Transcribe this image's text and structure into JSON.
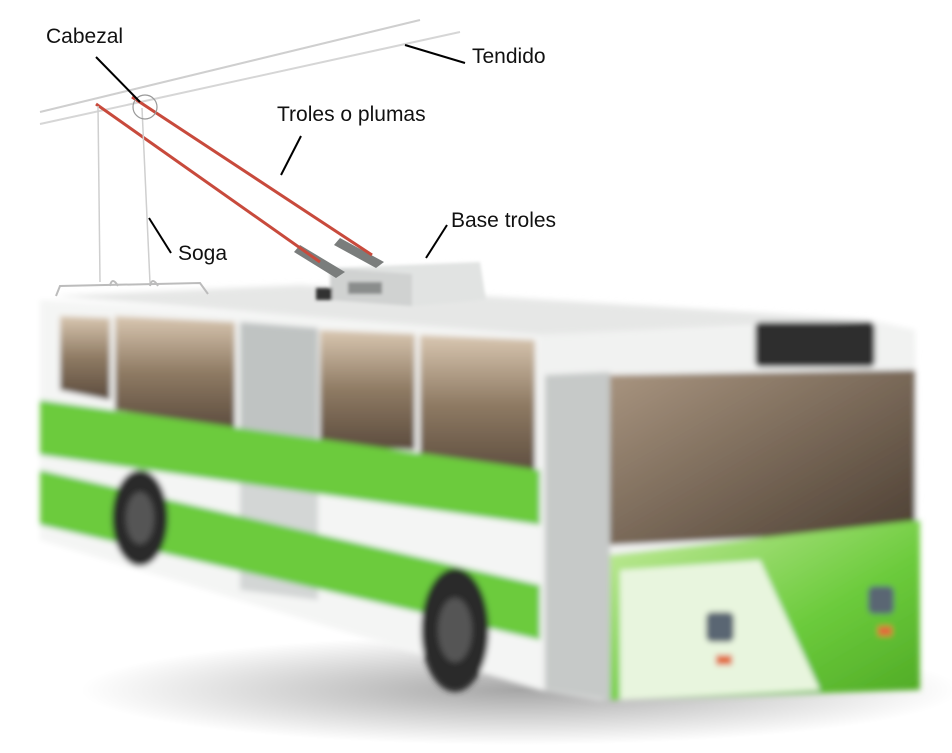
{
  "labels": {
    "cabezal": "Cabezal",
    "tendido": "Tendido",
    "troles": "Troles o plumas",
    "base_troles": "Base troles",
    "soga": "Soga"
  },
  "colors": {
    "body_white": "#f4f5f4",
    "stripe_green": "#6ccb3c",
    "roof_grey": "#e6e7e6",
    "window_glass": "#7a6a58",
    "pole_red": "#c84a3c",
    "wire_grey": "#c8c8c8",
    "tyre_dark": "#2b2b2b",
    "label_ink": "#111111"
  }
}
